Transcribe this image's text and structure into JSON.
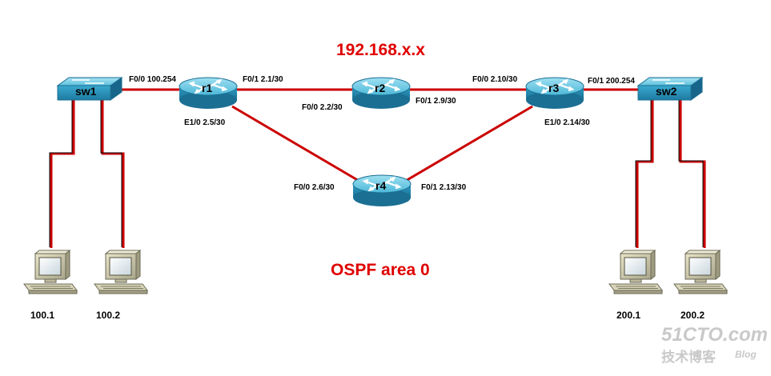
{
  "title": "192.168.x.x",
  "area_label": "OSPF area 0",
  "colors": {
    "link": "#cc0000",
    "device": "#2aa4c8",
    "title": "#e00000"
  },
  "devices": {
    "sw1": {
      "label": "sw1",
      "icon": "switch-icon"
    },
    "sw2": {
      "label": "sw2",
      "icon": "switch-icon"
    },
    "r1": {
      "label": "r1",
      "icon": "router-icon"
    },
    "r2": {
      "label": "r2",
      "icon": "router-icon"
    },
    "r3": {
      "label": "r3",
      "icon": "router-icon"
    },
    "r4": {
      "label": "r4",
      "icon": "router-icon"
    }
  },
  "interfaces": {
    "r1_f00": "F0/0 100.254",
    "r1_f01": "F0/1 2.1/30",
    "r1_e10": "E1/0 2.5/30",
    "r2_f00": "F0/0 2.2/30",
    "r2_f01": "F0/1 2.9/30",
    "r3_f00": "F0/0 2.10/30",
    "r3_f01": "F0/1 200.254",
    "r3_e10": "E1/0 2.14/30",
    "r4_f00": "F0/0 2.6/30",
    "r4_f01": "F0/1 2.13/30"
  },
  "hosts": {
    "h1001": {
      "label": "100.1",
      "icon": "pc-icon"
    },
    "h1002": {
      "label": "100.2",
      "icon": "pc-icon"
    },
    "h2001": {
      "label": "200.1",
      "icon": "pc-icon"
    },
    "h2002": {
      "label": "200.2",
      "icon": "pc-icon"
    }
  },
  "watermark": {
    "site": "51CTO.com",
    "sub": "技术博客",
    "blog": "Blog"
  }
}
